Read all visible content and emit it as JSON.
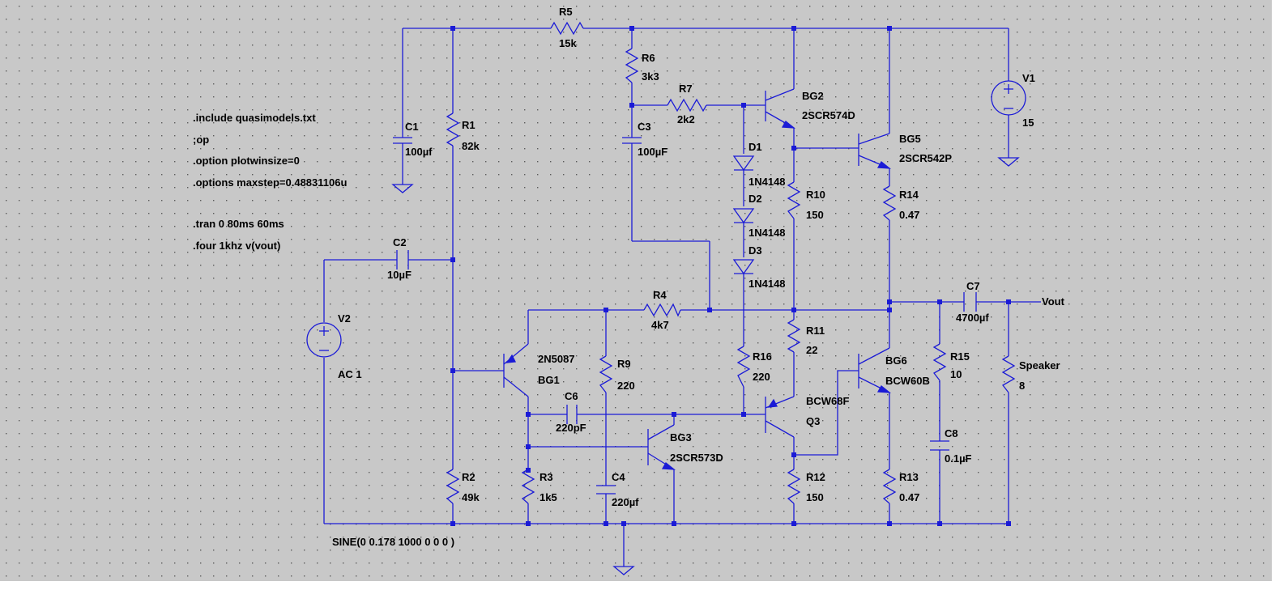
{
  "directives": [
    ".include quasimodels.txt",
    ";op",
    ".option plotwinsize=0",
    ".options maxstep=0.48831106u",
    ".tran 0 80ms 60ms",
    ".four 1khz v(vout)"
  ],
  "components": {
    "R5": {
      "name": "R5",
      "value": "15k"
    },
    "R6": {
      "name": "R6",
      "value": "3k3"
    },
    "R7": {
      "name": "R7",
      "value": "2k2"
    },
    "R1": {
      "name": "R1",
      "value": "82k"
    },
    "R2": {
      "name": "R2",
      "value": "49k"
    },
    "R3": {
      "name": "R3",
      "value": "1k5"
    },
    "R4": {
      "name": "R4",
      "value": "4k7"
    },
    "R9": {
      "name": "R9",
      "value": "220"
    },
    "R10": {
      "name": "R10",
      "value": "150"
    },
    "R11": {
      "name": "R11",
      "value": "22"
    },
    "R12": {
      "name": "R12",
      "value": "150"
    },
    "R13": {
      "name": "R13",
      "value": "0.47"
    },
    "R14": {
      "name": "R14",
      "value": "0.47"
    },
    "R15": {
      "name": "R15",
      "value": "10"
    },
    "R16": {
      "name": "R16",
      "value": "220"
    },
    "Speaker": {
      "name": "Speaker",
      "value": "8"
    },
    "C1": {
      "name": "C1",
      "value": "100µf"
    },
    "C2": {
      "name": "C2",
      "value": "10µF"
    },
    "C3": {
      "name": "C3",
      "value": "100µF"
    },
    "C4": {
      "name": "C4",
      "value": "220µf"
    },
    "C6": {
      "name": "C6",
      "value": "220pF"
    },
    "C7": {
      "name": "C7",
      "value": "4700µf"
    },
    "C8": {
      "name": "C8",
      "value": "0.1µF"
    },
    "D1": {
      "name": "D1",
      "value": "1N4148"
    },
    "D2": {
      "name": "D2",
      "value": "1N4148"
    },
    "D3": {
      "name": "D3",
      "value": "1N4148"
    },
    "BG1": {
      "name": "BG1",
      "value": "2N5087"
    },
    "BG2": {
      "name": "BG2",
      "value": "2SCR574D"
    },
    "BG3": {
      "name": "BG3",
      "value": "2SCR573D"
    },
    "BG5": {
      "name": "BG5",
      "value": "2SCR542P"
    },
    "BG6": {
      "name": "BG6",
      "value": "BCW60B"
    },
    "Q3": {
      "name": "Q3",
      "value": "BCW68F"
    },
    "V1": {
      "name": "V1",
      "value": "15"
    },
    "V2": {
      "name": "V2",
      "value": "AC 1",
      "spec": "SINE(0 0.178 1000 0 0 0  )"
    }
  },
  "net_labels": {
    "vout": "Vout"
  },
  "colors": {
    "wire": "#1b1bd6",
    "background": "#c8c8c8",
    "grid_dot": "#5a5a5a"
  }
}
